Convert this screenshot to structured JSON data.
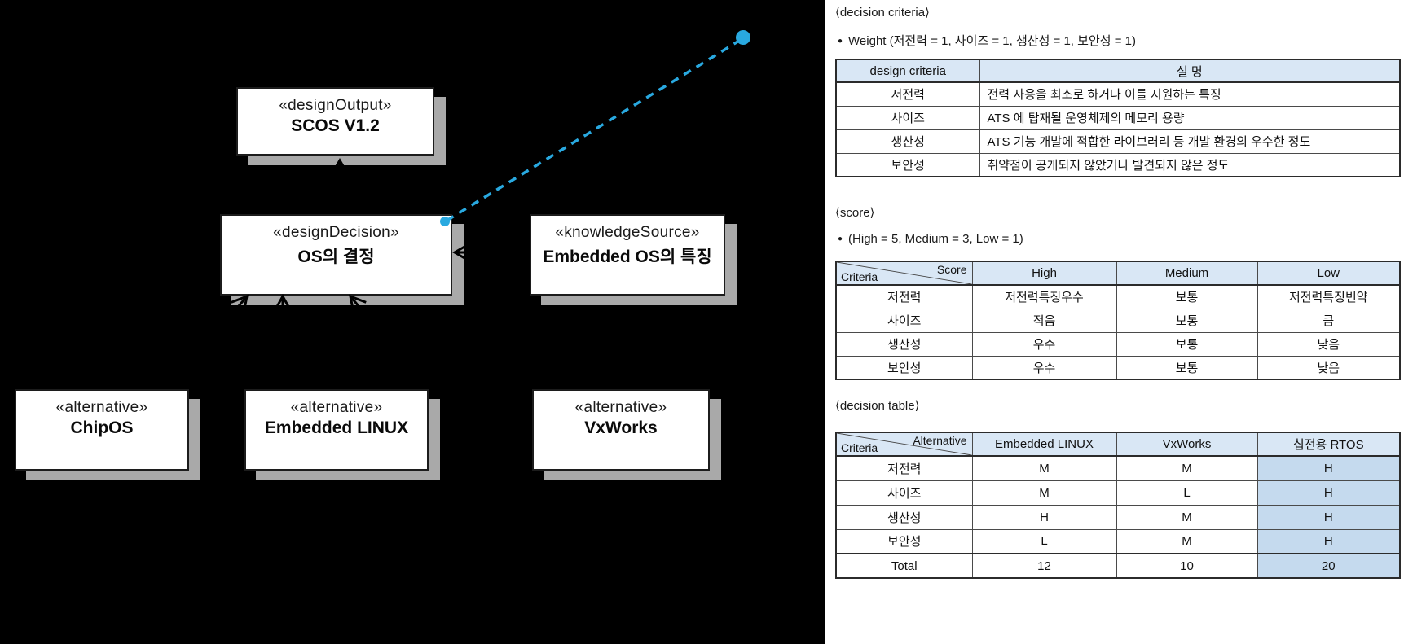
{
  "colors": {
    "accent_blue": "#29a9e0",
    "shadow_gray": "#a9a9a9",
    "table_header_bg": "#d9e7f5",
    "highlight_col_bg": "#c5daee"
  },
  "glyphs": {
    "bullet": "●"
  },
  "diagram": {
    "nodes": [
      {
        "stereotype": "«designOutput»",
        "name": "SCOS V1.2"
      },
      {
        "stereotype": "«designDecision»",
        "name": "OS의 결정"
      },
      {
        "stereotype": "«knowledgeSource»",
        "name": "Embedded OS의 특징"
      },
      {
        "stereotype": "«alternative»",
        "name": "ChipOS"
      },
      {
        "stereotype": "«alternative»",
        "name": "Embedded LINUX"
      },
      {
        "stereotype": "«alternative»",
        "name": "VxWorks"
      }
    ]
  },
  "panel": {
    "decision_criteria": {
      "heading": "⟨decision criteria⟩",
      "weight_note": "Weight (저전력 = 1, 사이즈 = 1, 생산성 = 1, 보안성 = 1)",
      "table": {
        "headers": [
          "design criteria",
          "설  명"
        ],
        "rows": [
          [
            "저전력",
            "전력 사용을 최소로 하거나 이를 지원하는 특징"
          ],
          [
            "사이즈",
            "ATS 에 탑재될 운영체제의 메모리 용량"
          ],
          [
            "생산성",
            "ATS 기능 개발에 적합한 라이브러리 등 개발 환경의 우수한 정도"
          ],
          [
            "보안성",
            "취약점이 공개되지 않았거나 발견되지 않은 정도"
          ]
        ]
      }
    },
    "score": {
      "heading": "⟨score⟩",
      "note": "(High = 5, Medium = 3, Low = 1)",
      "table": {
        "corner_top": "Score",
        "corner_bottom": "Criteria",
        "headers": [
          "High",
          "Medium",
          "Low"
        ],
        "rows": [
          {
            "criteria": "저전력",
            "values": [
              "저전력특징우수",
              "보통",
              "저전력특징빈약"
            ]
          },
          {
            "criteria": "사이즈",
            "values": [
              "적음",
              "보통",
              "큼"
            ]
          },
          {
            "criteria": "생산성",
            "values": [
              "우수",
              "보통",
              "낮음"
            ]
          },
          {
            "criteria": "보안성",
            "values": [
              "우수",
              "보통",
              "낮음"
            ]
          }
        ]
      }
    },
    "decision_table": {
      "heading": "⟨decision table⟩",
      "table": {
        "corner_top": "Alternative",
        "corner_bottom": "Criteria",
        "headers": [
          "Embedded LINUX",
          "VxWorks",
          "칩전용 RTOS"
        ],
        "rows": [
          {
            "criteria": "저전력",
            "values": [
              "M",
              "M",
              "H"
            ]
          },
          {
            "criteria": "사이즈",
            "values": [
              "M",
              "L",
              "H"
            ]
          },
          {
            "criteria": "생산성",
            "values": [
              "H",
              "M",
              "H"
            ]
          },
          {
            "criteria": "보안성",
            "values": [
              "L",
              "M",
              "H"
            ]
          }
        ],
        "total": {
          "label": "Total",
          "values": [
            "12",
            "10",
            "20"
          ]
        }
      }
    }
  }
}
